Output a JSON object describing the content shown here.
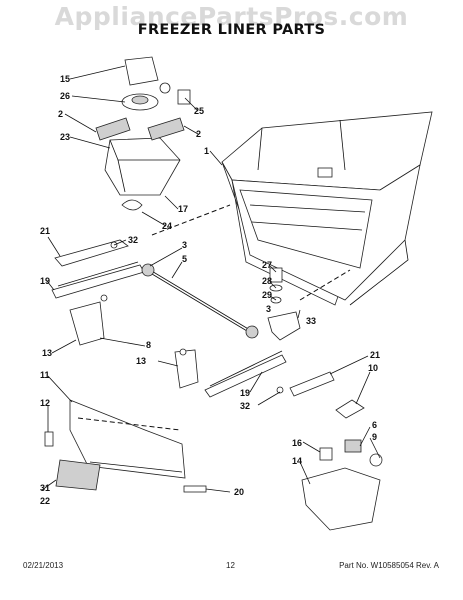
{
  "watermark": "AppliancePartsPros.com",
  "title": "FREEZER LINER PARTS",
  "footer": {
    "date": "02/21/2013",
    "page": "12",
    "part_number": "Part No. W10585054  Rev. A"
  },
  "callouts": [
    "15",
    "26",
    "25",
    "2",
    "23",
    "2",
    "1",
    "17",
    "24",
    "21",
    "32",
    "3",
    "5",
    "19",
    "27",
    "28",
    "29",
    "3",
    "33",
    "13",
    "8",
    "13",
    "21",
    "11",
    "10",
    "19",
    "32",
    "12",
    "6",
    "9",
    "16",
    "14",
    "31",
    "22",
    "20"
  ]
}
